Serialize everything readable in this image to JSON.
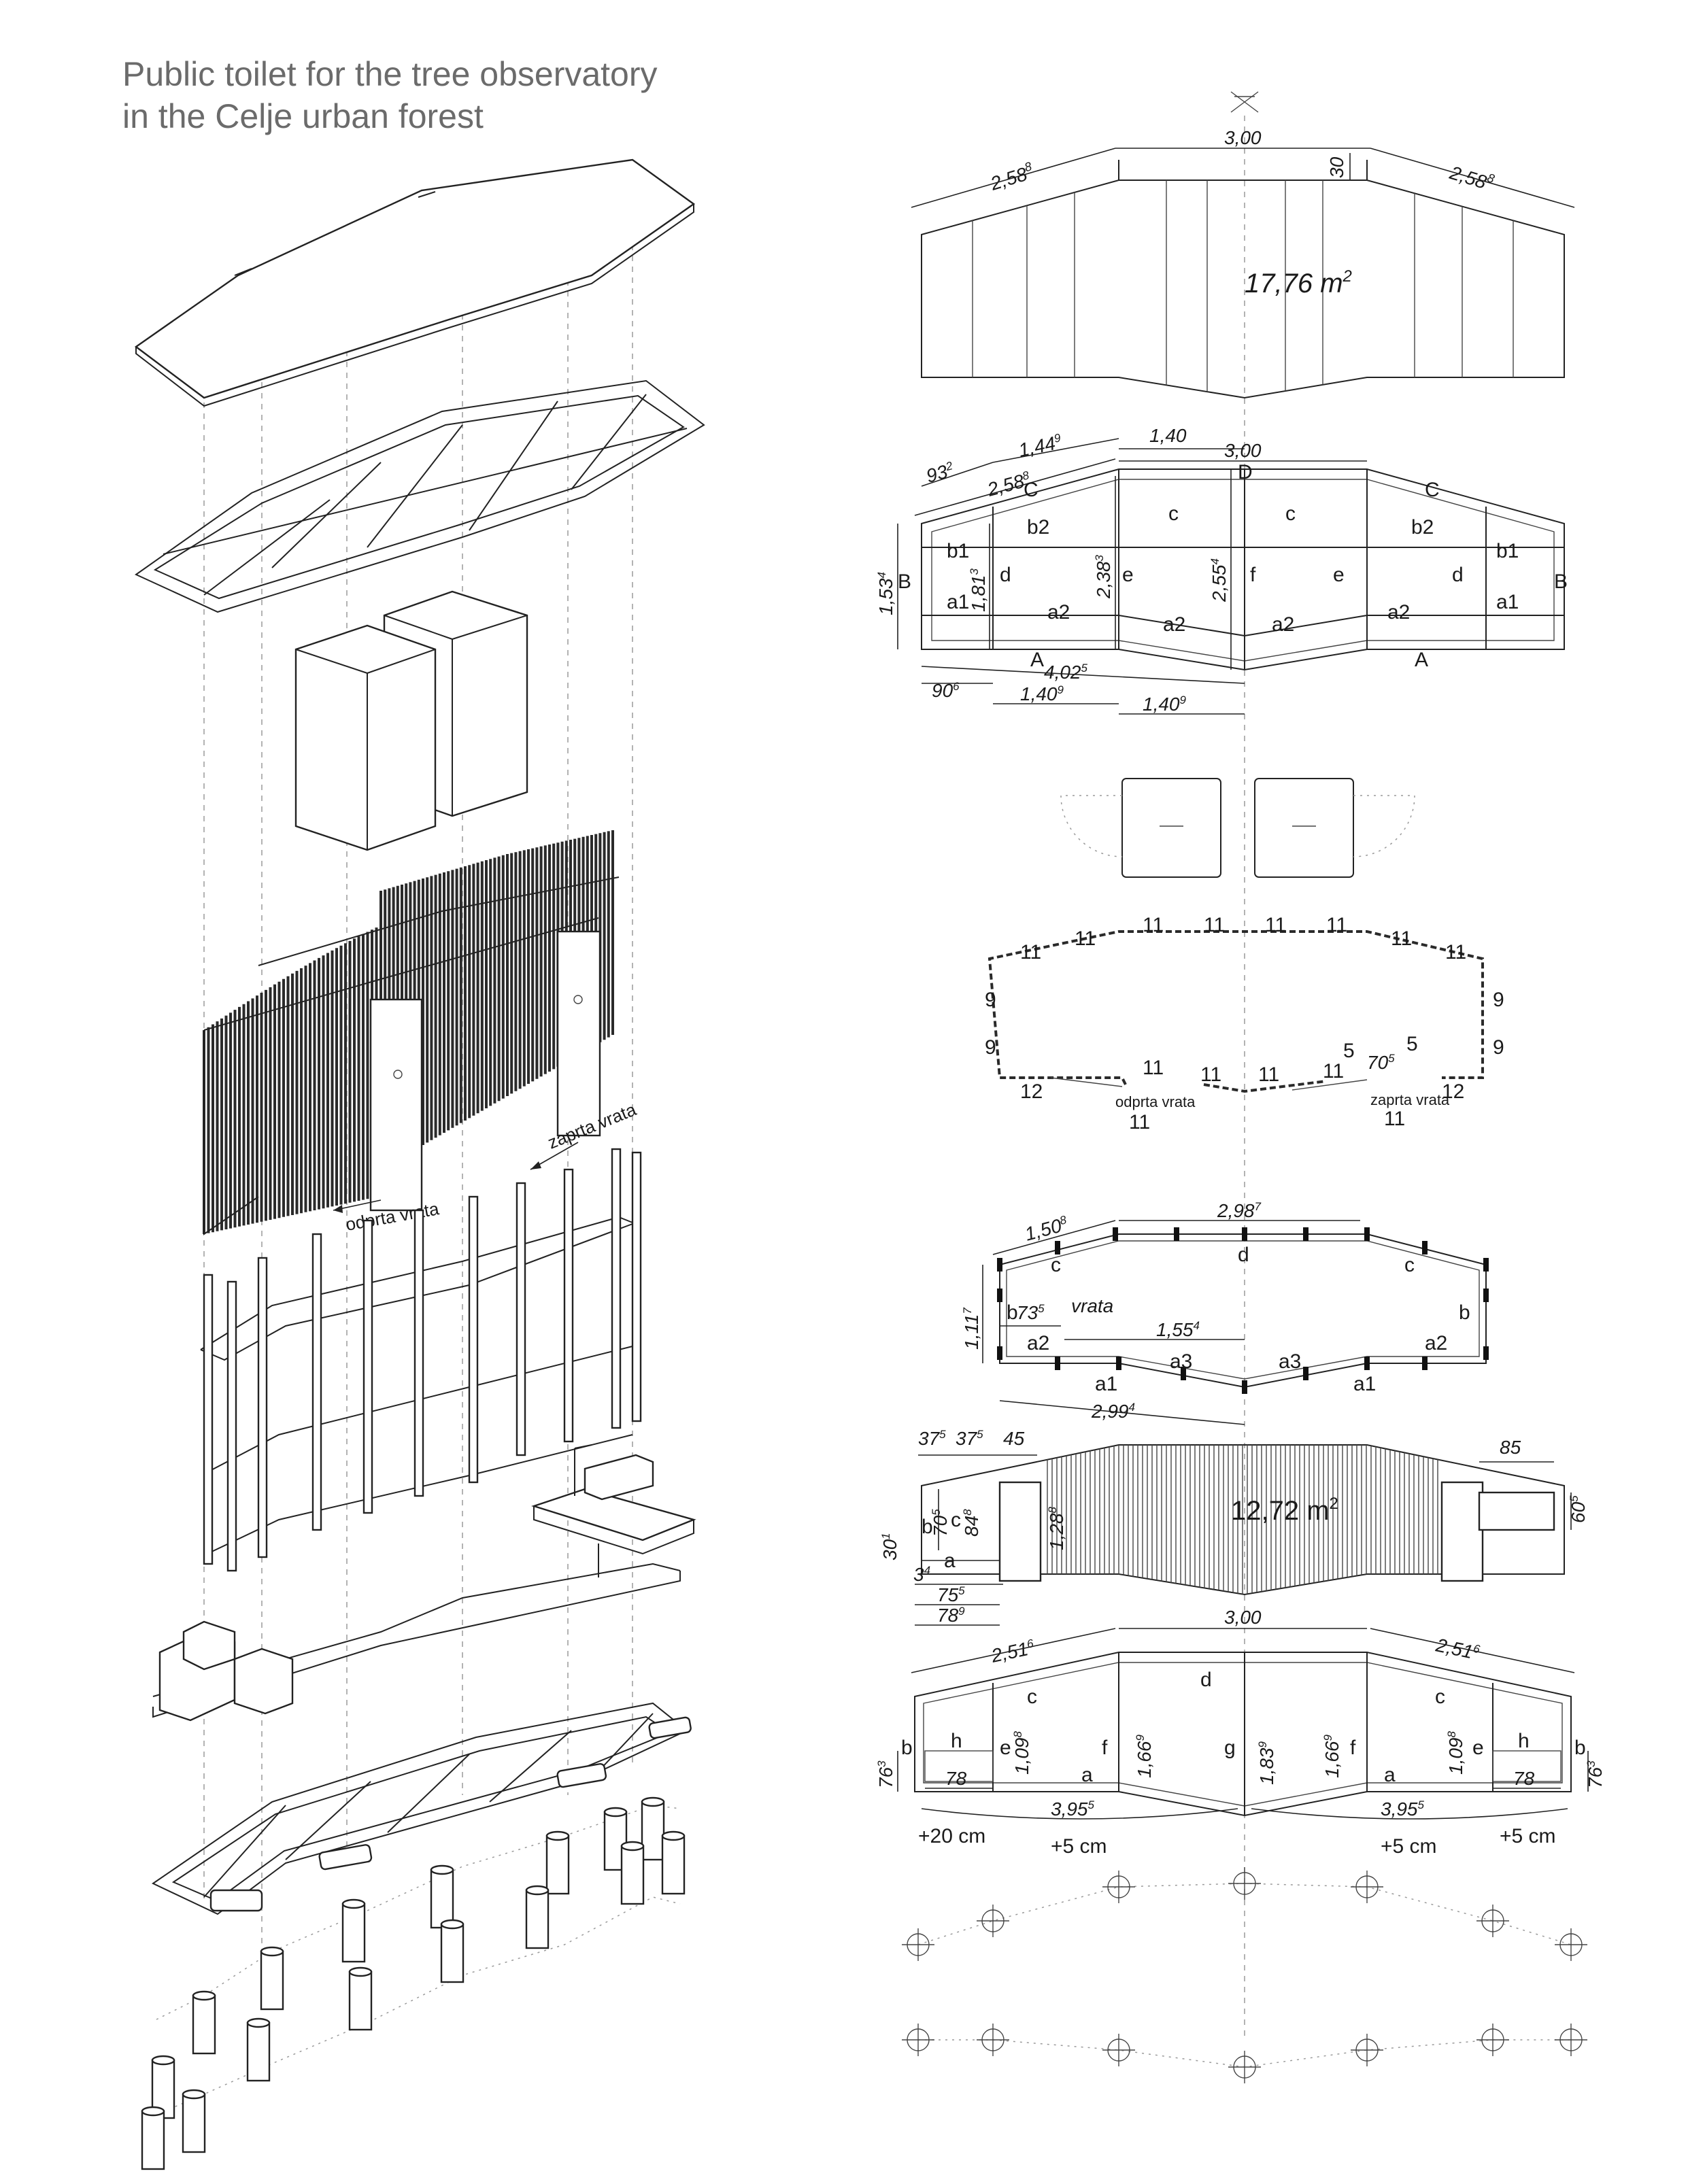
{
  "title": {
    "line1": "Public toilet for the tree observatory",
    "line2": "in the Celje urban forest"
  },
  "iso_labels": {
    "open_door": "odprta vrata",
    "closed_door": "zaprta vrata"
  },
  "roof_plan": {
    "area": "17,76 m",
    "area_sup": "2",
    "dim_left": "2,58",
    "dim_left_sup": "8",
    "dim_center": "3,00",
    "dim_right": "2,58",
    "dim_right_sup": "8",
    "dim_ridge": "30"
  },
  "roof_frame_plan": {
    "dims": {
      "d140": "1,40",
      "d300": "3,00",
      "d932": "93",
      "d932_sup": "2",
      "d1449": "1,44",
      "d1449_sup": "9",
      "d2588": "2,58",
      "d2588_sup": "8",
      "d1534": "1,53",
      "d1534_sup": "4",
      "d1813": "1,81",
      "d1813_sup": "3",
      "d2383": "2,38",
      "d2383_sup": "3",
      "d2554": "2,55",
      "d2554_sup": "4",
      "d4025": "4,02",
      "d4025_sup": "5",
      "d906": "90",
      "d906_sup": "6",
      "d1409a": "1,40",
      "d1409a_sup": "9",
      "d1409b": "1,40",
      "d1409b_sup": "9"
    },
    "labels": {
      "A": "A",
      "A2": "A",
      "B": "B",
      "B2": "B",
      "C": "C",
      "C2": "C",
      "D": "D",
      "a1": "a1",
      "a1r": "a1",
      "a2a": "a2",
      "a2b": "a2",
      "a2c": "a2",
      "a2d": "a2",
      "b1": "b1",
      "b1r": "b1",
      "b2": "b2",
      "b2r": "b2",
      "c1": "c",
      "c2": "c",
      "d1": "d",
      "d2": "d",
      "e1": "e",
      "e2": "e",
      "f": "f"
    }
  },
  "cladding_plan": {
    "n11": "11",
    "n9": "9",
    "n12": "12",
    "n5": "5",
    "d705": "70",
    "d705_sup": "5",
    "open_door": "odprta vrata",
    "closed_door": "zaprta vrata"
  },
  "wall_frame_plan": {
    "d1508": "1,50",
    "d1508_sup": "8",
    "d2987": "2,98",
    "d2987_sup": "7",
    "d1117": "1,11",
    "d1117_sup": "7",
    "d735": "73",
    "d735_sup": "5",
    "vrata": "vrata",
    "d1554": "1,55",
    "d1554_sup": "4",
    "d2994": "2,99",
    "d2994_sup": "4",
    "labels": {
      "a1": "a1",
      "a2": "a2",
      "a3": "a3",
      "b": "b",
      "c": "c",
      "d": "d"
    }
  },
  "floor_plan": {
    "area": "12,72 m",
    "area_sup": "2",
    "d375a": "37",
    "d375a_sup": "5",
    "d375b": "37",
    "d375b_sup": "5",
    "d45": "45",
    "d85": "85",
    "d605": "60",
    "d605_sup": "5",
    "d705": "70",
    "d705_sup": "5",
    "d848": "84",
    "d848_sup": "8",
    "d1288": "1,28",
    "d1288_sup": "8",
    "d301": "30",
    "d301_sup": "1",
    "d34": "3",
    "d34_sup": "4",
    "d755": "75",
    "d755_sup": "5",
    "d789": "78",
    "d789_sup": "9",
    "labels": {
      "a": "a",
      "b": "b",
      "c": "c"
    }
  },
  "base_frame_plan": {
    "d2516a": "2,51",
    "d2516a_sup": "6",
    "d300": "3,00",
    "d2516b": "2,51",
    "d2516b_sup": "6",
    "d763a": "76",
    "d763a_sup": "3",
    "d763b": "76",
    "d763b_sup": "3",
    "d78a": "78",
    "d78b": "78",
    "d1098a": "1,09",
    "d1098a_sup": "8",
    "d1098b": "1,09",
    "d1098b_sup": "8",
    "d1669a": "1,66",
    "d1669a_sup": "9",
    "d1839": "1,83",
    "d1839_sup": "9",
    "d1669b": "1,66",
    "d1669b_sup": "9",
    "d3955a": "3,95",
    "d3955a_sup": "5",
    "d3955b": "3,95",
    "d3955b_sup": "5",
    "level20": "+20 cm",
    "level5a": "+5 cm",
    "level5b": "+5 cm",
    "level5c": "+5 cm",
    "labels": {
      "a": "a",
      "a2": "a",
      "b": "b",
      "b2": "b",
      "c": "c",
      "c2": "c",
      "d": "d",
      "e": "e",
      "e2": "e",
      "f": "f",
      "f2": "f",
      "g": "g",
      "h": "h",
      "h2": "h"
    }
  }
}
